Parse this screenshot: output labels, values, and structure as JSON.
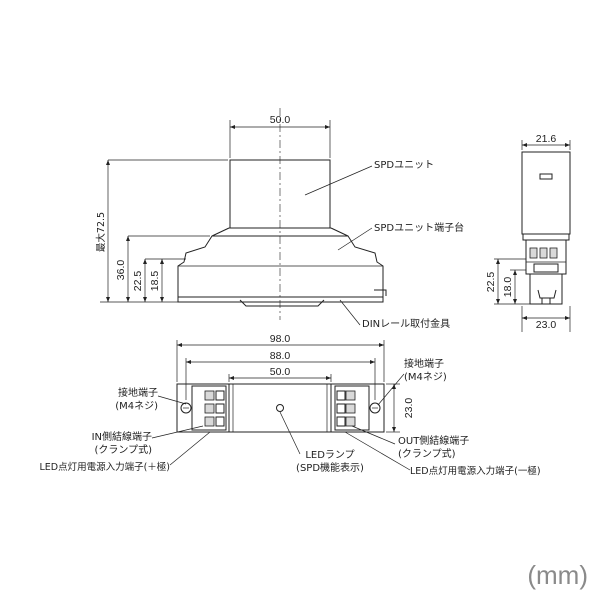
{
  "labels": {
    "spd_unit": "SPDユニット",
    "spd_base": "SPDユニット端子台",
    "din_rail": "DINレール取付金具",
    "ground_left": "接地端子",
    "ground_left_sub": "(M4ネジ)",
    "ground_right": "接地端子",
    "ground_right_sub": "(M4ネジ)",
    "in_terminal": "IN側結線端子",
    "in_terminal_sub": "(クランプ式)",
    "led_plus": "LED点灯用電源入力端子(＋極)",
    "led_lamp": "LEDランプ",
    "led_lamp_sub": "(SPD機能表示)",
    "out_terminal": "OUT側結線端子",
    "out_terminal_sub": "(クランプ式)",
    "led_minus": "LED点灯用電源入力端子(一極)"
  },
  "dimensions": {
    "front_width_top": "50.0",
    "max_height": "最大72.5",
    "h36": "36.0",
    "h22_5": "22.5",
    "h18_5": "18.5",
    "side_width": "21.6",
    "side_h22_5": "22.5",
    "side_h18": "18.0",
    "side_w23": "23.0",
    "top_w98": "98.0",
    "top_w88": "88.0",
    "top_w50": "50.0",
    "top_h23": "23.0"
  },
  "unit": "(mm)"
}
